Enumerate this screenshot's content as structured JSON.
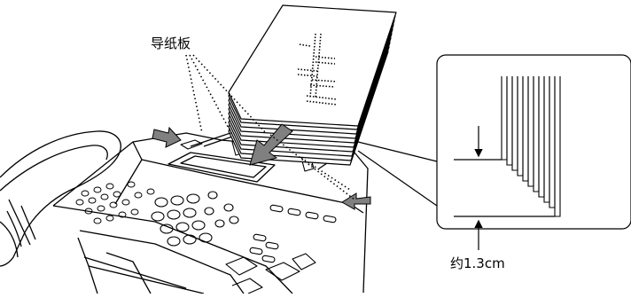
{
  "labels": {
    "guide_plate": "导纸板",
    "offset": "约1.3cm"
  },
  "icons": {
    "fax_machine": "fax-machine-illustration",
    "paper_stack": "document-stack",
    "insert_arrow": "down-left-arrow",
    "adjust_arrows": "inward-arrow",
    "detail_callout": "staggered-edge-detail"
  },
  "colors": {
    "line": "#000000",
    "arrow_fill": "#808080",
    "background": "#ffffff"
  }
}
